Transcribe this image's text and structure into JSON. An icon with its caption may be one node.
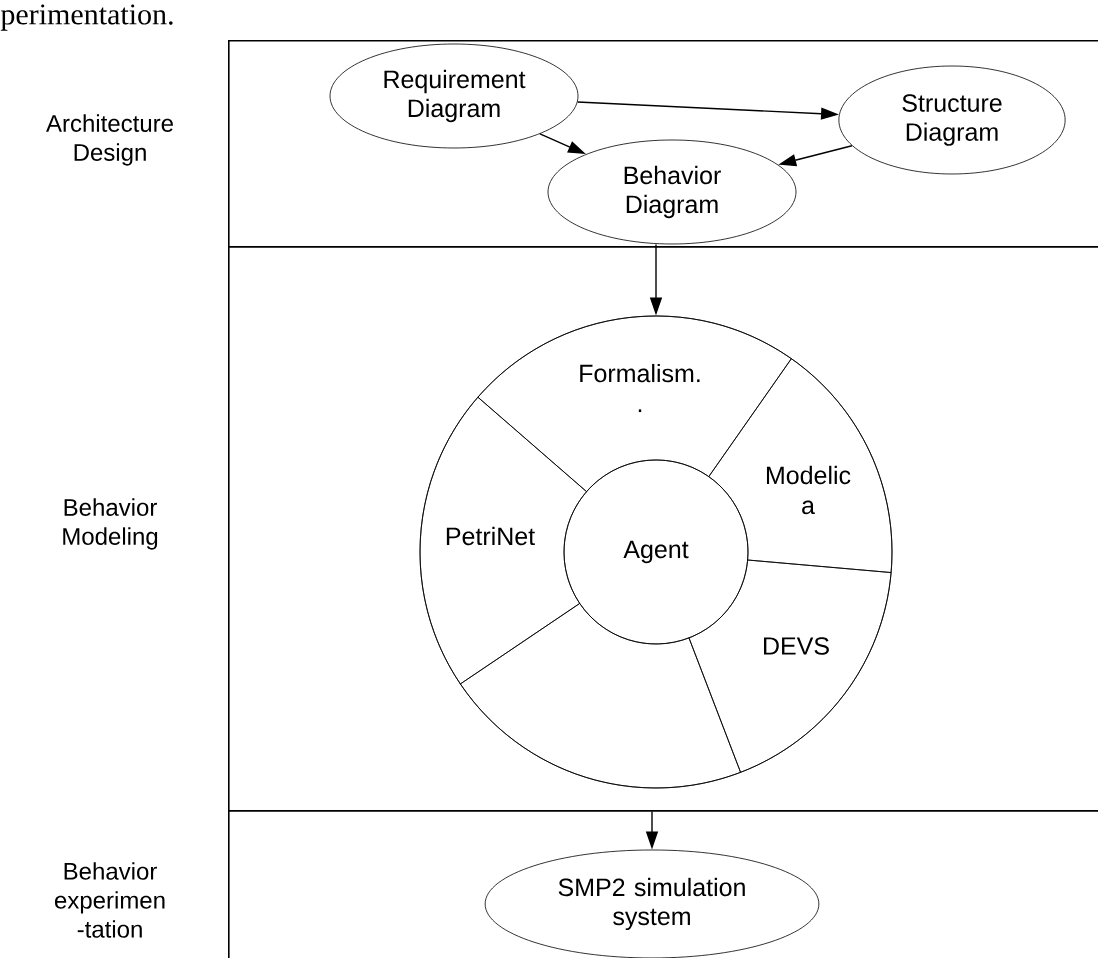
{
  "diagram": {
    "nodes": [
      {
        "text": [
          "Architecture Design"
        ]
      },
      {
        "text": [
          "Requirement Diagram"
        ],
        "in": 0
      },
      {
        "text": [
          "Structure Diagram"
        ],
        "in": 0
      },
      {
        "text": [
          "Behavior Diagram"
        ],
        "in": 0
      },
      {
        "text": [
          "Behavior Modeling"
        ]
      },
      {
        "text": [],
        "shape": "circle",
        "in": 4
      },
      {
        "text": [
          "Formalism. ."
        ],
        "in": 5
      },
      {
        "text": [
          "Modelic a"
        ],
        "in": 5
      },
      {
        "text": [
          "PetriNet"
        ],
        "in": 5
      },
      {
        "text": [
          "Agent"
        ],
        "in": 5
      },
      {
        "text": [
          "DEVS"
        ],
        "in": 5
      },
      {
        "text": [],
        "shape": "sector",
        "in": 5
      },
      {
        "text": [
          "Behavior experimen -tation"
        ]
      },
      {
        "text": [
          "SMP2 simulation system"
        ],
        "in": 12
      }
    ],
    "edges": [
      {
        "from": 1,
        "to": 2,
        "arrow": "to"
      },
      {
        "from": 1,
        "to": 3,
        "arrow": "to"
      },
      {
        "from": 2,
        "to": 3,
        "arrow": "to"
      },
      {
        "from": 3,
        "to": 5,
        "arrow": "to"
      },
      {
        "from": 4,
        "to": 13,
        "arrow": "to"
      }
    ],
    "labels": [
      "perimentation."
    ]
  }
}
